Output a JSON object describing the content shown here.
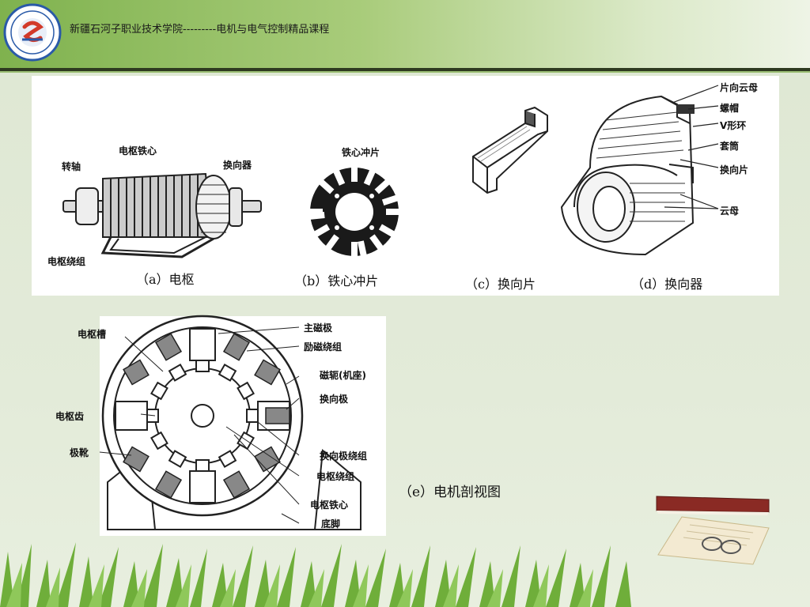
{
  "header": {
    "title": "新疆石河子职业技术学院---------电机与电气控制精品课程"
  },
  "figure_a": {
    "labels": [
      "电枢铁心",
      "转轴",
      "换向器",
      "电枢绕组"
    ],
    "caption": "（a）电枢"
  },
  "figure_b": {
    "labels": [
      "铁心冲片"
    ],
    "caption": "（b）铁心冲片"
  },
  "figure_c": {
    "caption": "（c）换向片"
  },
  "figure_d": {
    "labels": [
      "片向云母",
      "螺帽",
      "V形环",
      "套筒",
      "换向片",
      "云母"
    ],
    "caption": "（d）换向器"
  },
  "figure_e": {
    "left_labels": [
      "电枢槽",
      "电枢齿",
      "极靴"
    ],
    "right_labels": [
      "主磁极",
      "励磁绕组",
      "磁轭(机座)",
      "换向极",
      "换向极绕组",
      "电枢绕组",
      "电枢铁心",
      "底脚"
    ],
    "caption": "（e）电机剖视图"
  },
  "colors": {
    "header_green": "#7fb24e",
    "background": "#dfe8d4",
    "grass": "#6fae3a"
  }
}
